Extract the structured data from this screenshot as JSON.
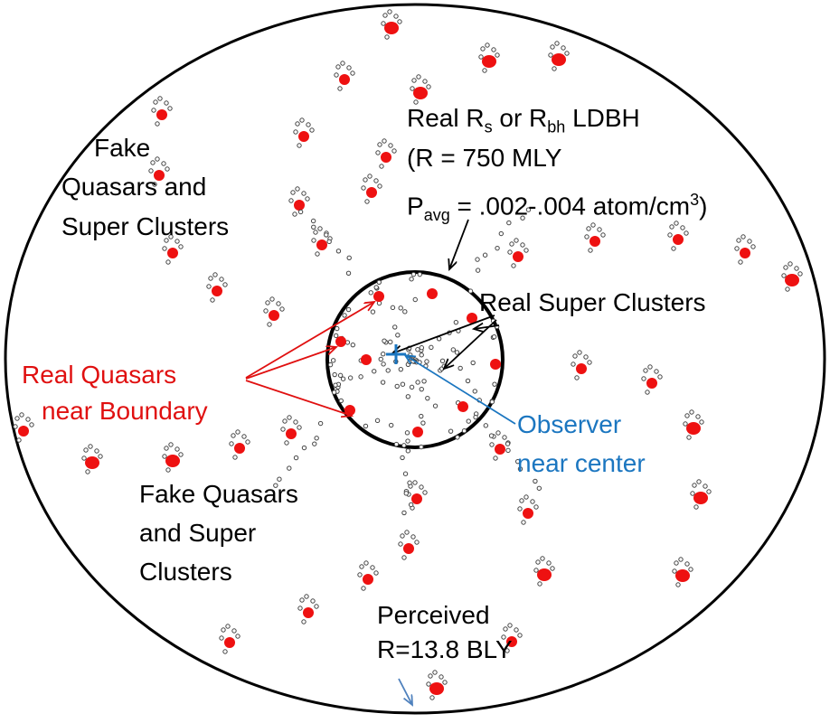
{
  "labels": {
    "fake_top_1": "Fake",
    "fake_top_2": "Quasars and",
    "fake_top_3": "Super Clusters",
    "real_r_a": "Real R",
    "real_r_sub_s": "s",
    "real_r_b": " or R",
    "real_r_sub_bh": "bh",
    "real_r_c": " LDBH",
    "real_r_line2": "(R = 750 MLY",
    "p_a": "P",
    "p_sub": "avg",
    "p_b": " = .002-.004 atom/cm",
    "p_sup": "3",
    "p_c": ")",
    "real_super": "Real Super Clusters",
    "real_quasars_1": "Real Quasars",
    "real_quasars_2": "near Boundary",
    "observer_1": "Observer",
    "observer_2": "near center",
    "fake_bottom_1": "Fake Quasars",
    "fake_bottom_2": "and  Super",
    "fake_bottom_3": "Clusters",
    "perceived_1": "Perceived",
    "perceived_2": "R=13.8 BLY"
  },
  "colors": {
    "quasar": "#ee1111",
    "real_quasar_label": "#e01010",
    "observer": "#1b76c0",
    "perceived_arrow": "#4f81bd",
    "text": "#000000"
  }
}
